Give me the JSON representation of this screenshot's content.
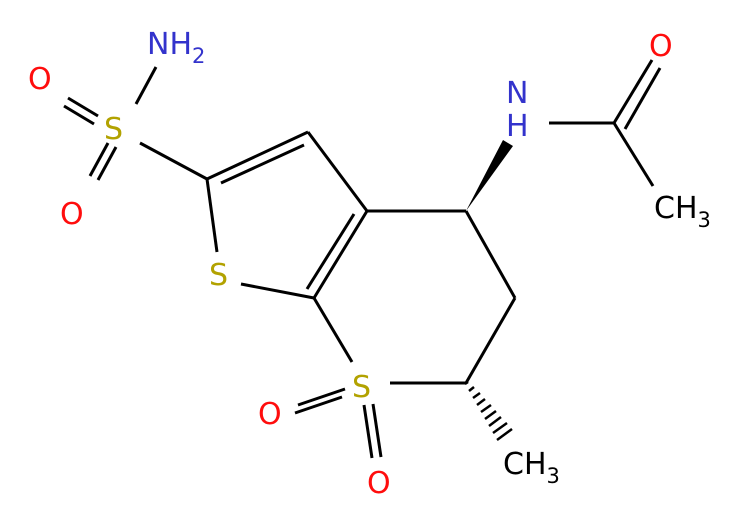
{
  "molecule": {
    "colors": {
      "bond": "#000000",
      "nitrogen": "#3333cc",
      "oxygen": "#ff0d0d",
      "sulfur": "#b2a200",
      "carbon": "#000000"
    },
    "labels": {
      "nh2_main": "NH",
      "nh2_sub": "2",
      "s_sulfonamide": "S",
      "o_sulfonamide_top": "O",
      "o_sulfonamide_bottom": "O",
      "s_thiophene": "S",
      "s_sulfone": "S",
      "o_sulfone_left": "O",
      "o_sulfone_bottom": "O",
      "nh_amide": "N",
      "h_amide": "H",
      "o_carbonyl": "O",
      "ch3_acetyl_main": "CH",
      "ch3_acetyl_sub": "3",
      "ch3_methyl_main": "CH",
      "ch3_methyl_sub": "3"
    }
  }
}
